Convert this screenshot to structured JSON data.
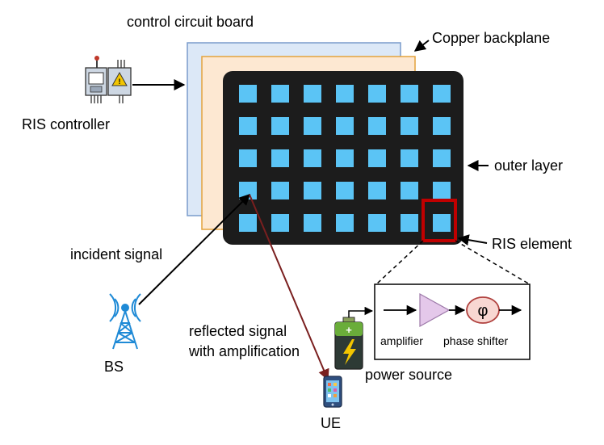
{
  "labels": {
    "control_board": "control circuit board",
    "copper_backplane": "Copper backplane",
    "ris_controller": "RIS controller",
    "outer_layer": "outer layer",
    "ris_element": "RIS element",
    "incident_signal": "incident signal",
    "reflected_line1": "reflected signal",
    "reflected_line2": "with amplification",
    "bs": "BS",
    "ue": "UE",
    "power_source": "power source",
    "amplifier": "amplifier",
    "phase_shifter": "phase shifter",
    "phi_symbol": "φ"
  },
  "grid": {
    "rows": 5,
    "cols": 7
  },
  "colors": {
    "control_board_fill": "#dce8f7",
    "control_board_stroke": "#7a9ccc",
    "copper_fill": "#fde8d2",
    "copper_stroke": "#e3a23c",
    "outer_layer": "#1c1c1c",
    "element_cell": "#5bc4f5",
    "highlight": "#c00000",
    "reflected_line": "#7a1f1f",
    "amplifier_fill": "#e4c8ea",
    "phase_shifter_fill": "#f8d7d2",
    "phase_shifter_stroke": "#b0413e",
    "antenna": "#1f8ad6",
    "battery": "#4d8a2e"
  },
  "icons": {
    "controller": "controller-cabinet-icon",
    "base_station": "cell-tower-icon",
    "user_equipment": "smartphone-icon",
    "battery": "battery-icon"
  }
}
